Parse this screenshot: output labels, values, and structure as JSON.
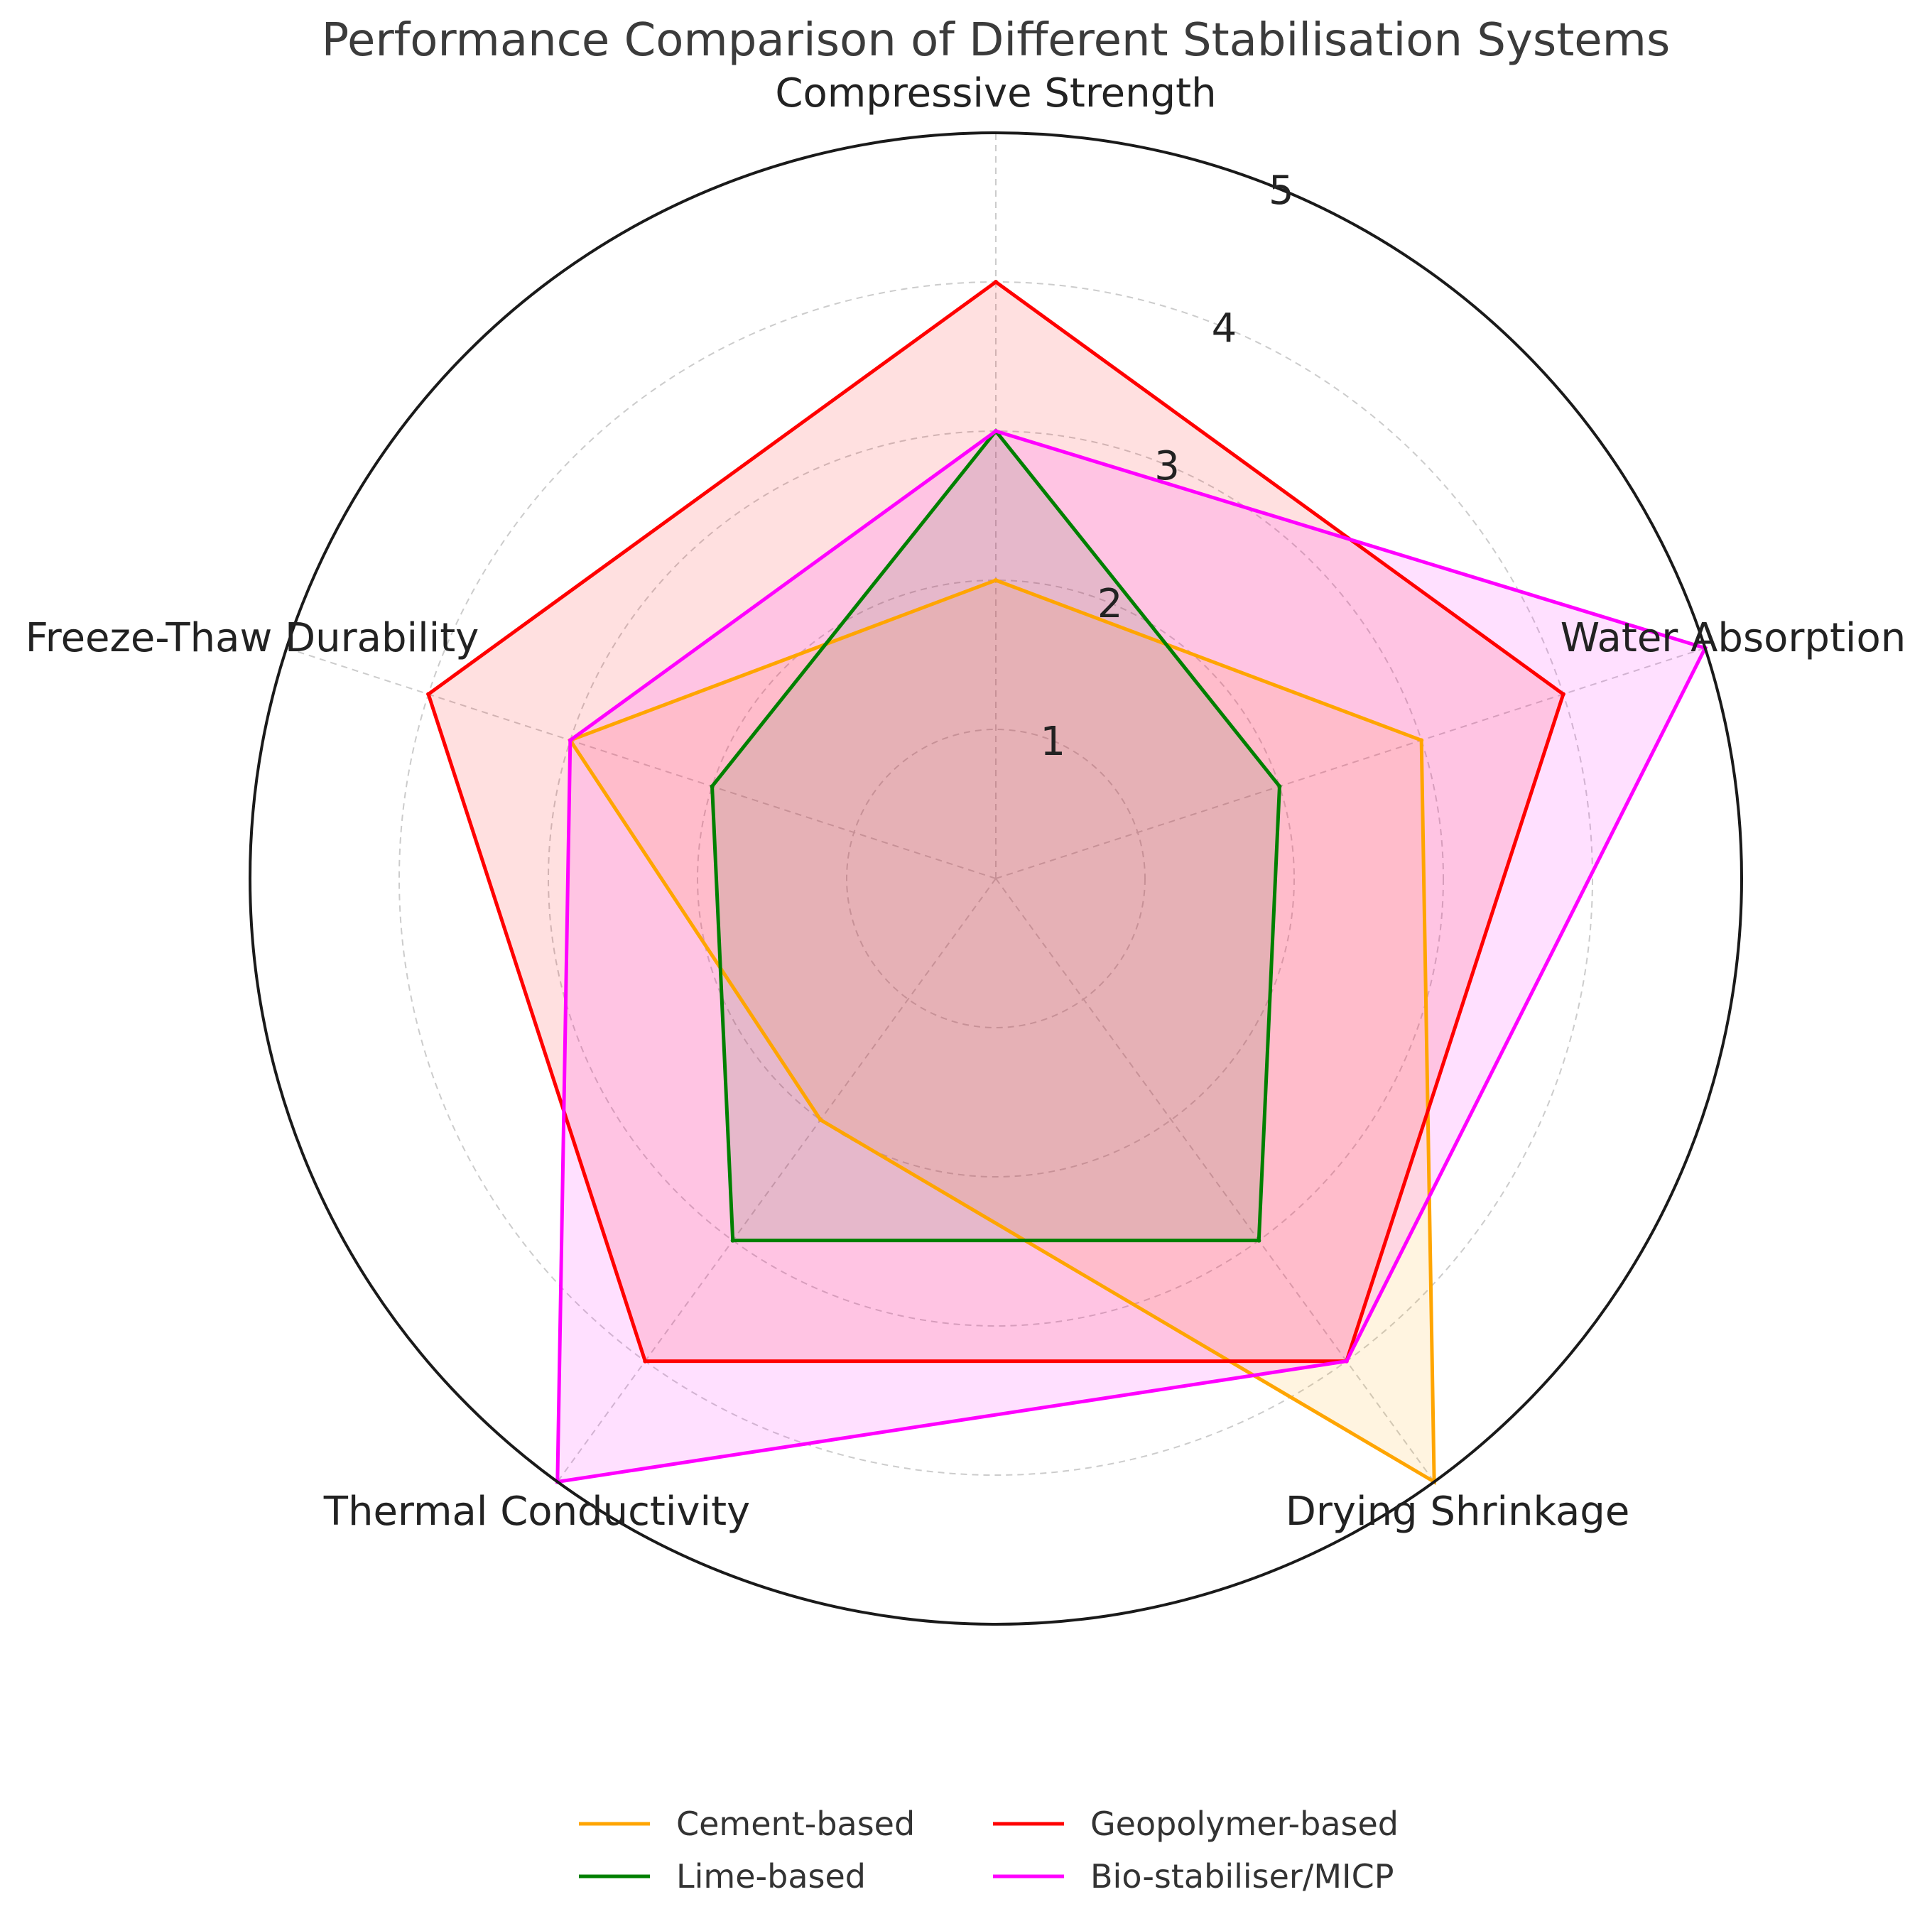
{
  "chart_data": {
    "type": "radar",
    "title": "Performance Comparison of Different Stabilisation Systems",
    "axes": [
      "Compressive Strength",
      "Water Absorption",
      "Drying Shrinkage",
      "Thermal Conductivity",
      "Freeze-Thaw Durability"
    ],
    "rlim": [
      0,
      5
    ],
    "rticks": [
      "1",
      "2",
      "3",
      "4",
      "5"
    ],
    "grid": true,
    "legend_position": "bottom-center",
    "series": [
      {
        "name": "Cement-based",
        "color": "#FFA500",
        "values": [
          2,
          3,
          5,
          2,
          3
        ]
      },
      {
        "name": "Lime-based",
        "color": "#008000",
        "values": [
          3,
          2,
          3,
          3,
          2
        ]
      },
      {
        "name": "Geopolymer-based",
        "color": "#FF0000",
        "values": [
          4,
          4,
          4,
          4,
          4
        ]
      },
      {
        "name": "Bio-stabiliser/MICP",
        "color": "#FF00FF",
        "values": [
          3,
          5,
          4,
          5,
          3
        ]
      }
    ]
  }
}
